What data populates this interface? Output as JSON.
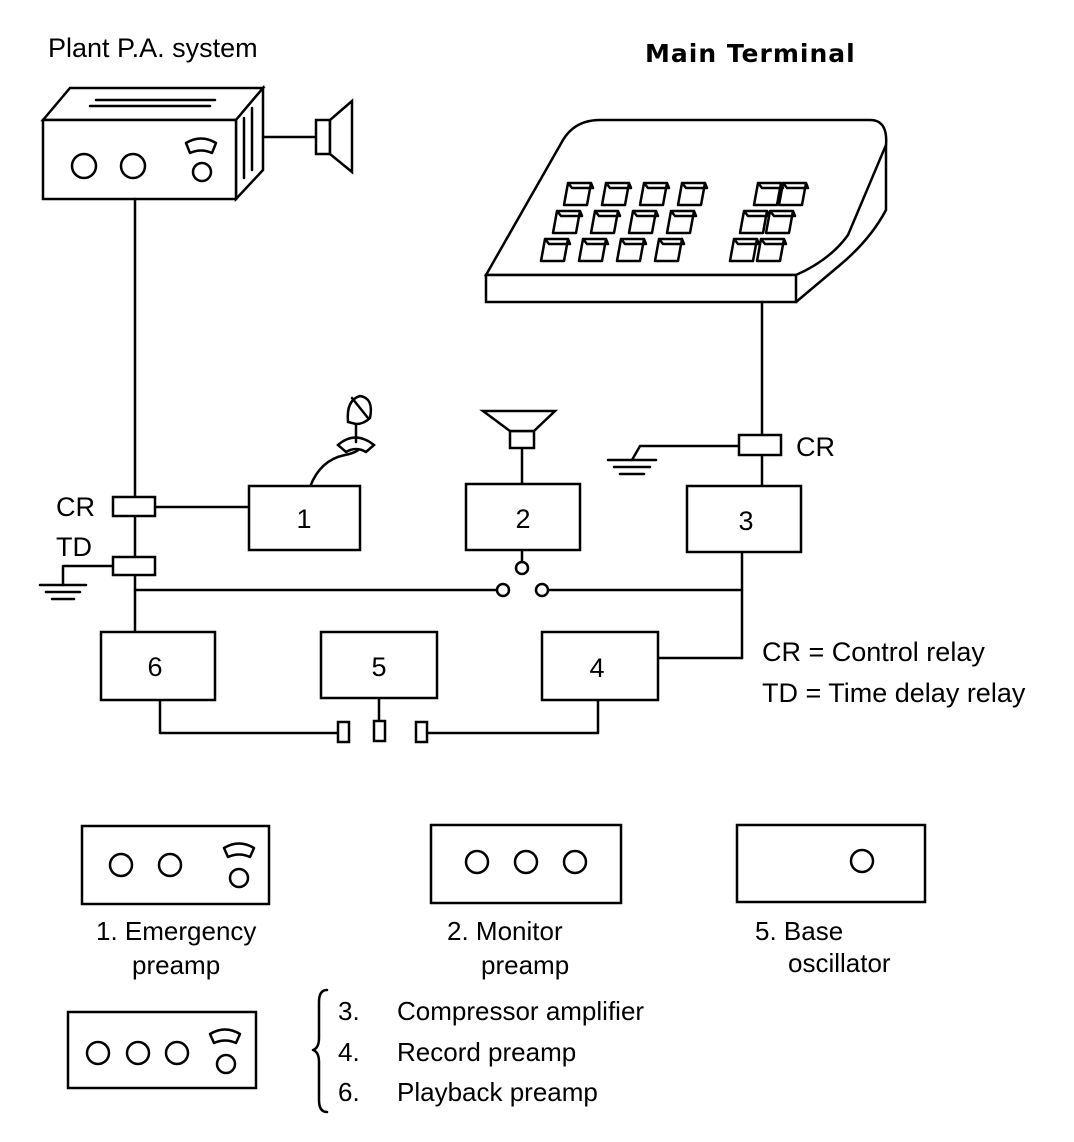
{
  "titles": {
    "plant_pa": "Plant P.A. system",
    "main_terminal": "Main Terminal"
  },
  "relays": {
    "cr_left": "CR",
    "td_left": "TD",
    "cr_right": "CR"
  },
  "boxes": {
    "b1": "1",
    "b2": "2",
    "b3": "3",
    "b4": "4",
    "b5": "5",
    "b6": "6"
  },
  "legend": {
    "cr": "CR = Control relay",
    "td": "TD = Time delay relay"
  },
  "panels": {
    "p1_line1": "1. Emergency",
    "p1_line2": "preamp",
    "p2_line1": "2. Monitor",
    "p2_line2": "preamp",
    "p5_line1": "5. Base",
    "p5_line2": "oscillator"
  },
  "group_list": [
    {
      "num": "3.",
      "label": "Compressor amplifier"
    },
    {
      "num": "4.",
      "label": "Record preamp"
    },
    {
      "num": "6.",
      "label": "Playback preamp"
    }
  ]
}
